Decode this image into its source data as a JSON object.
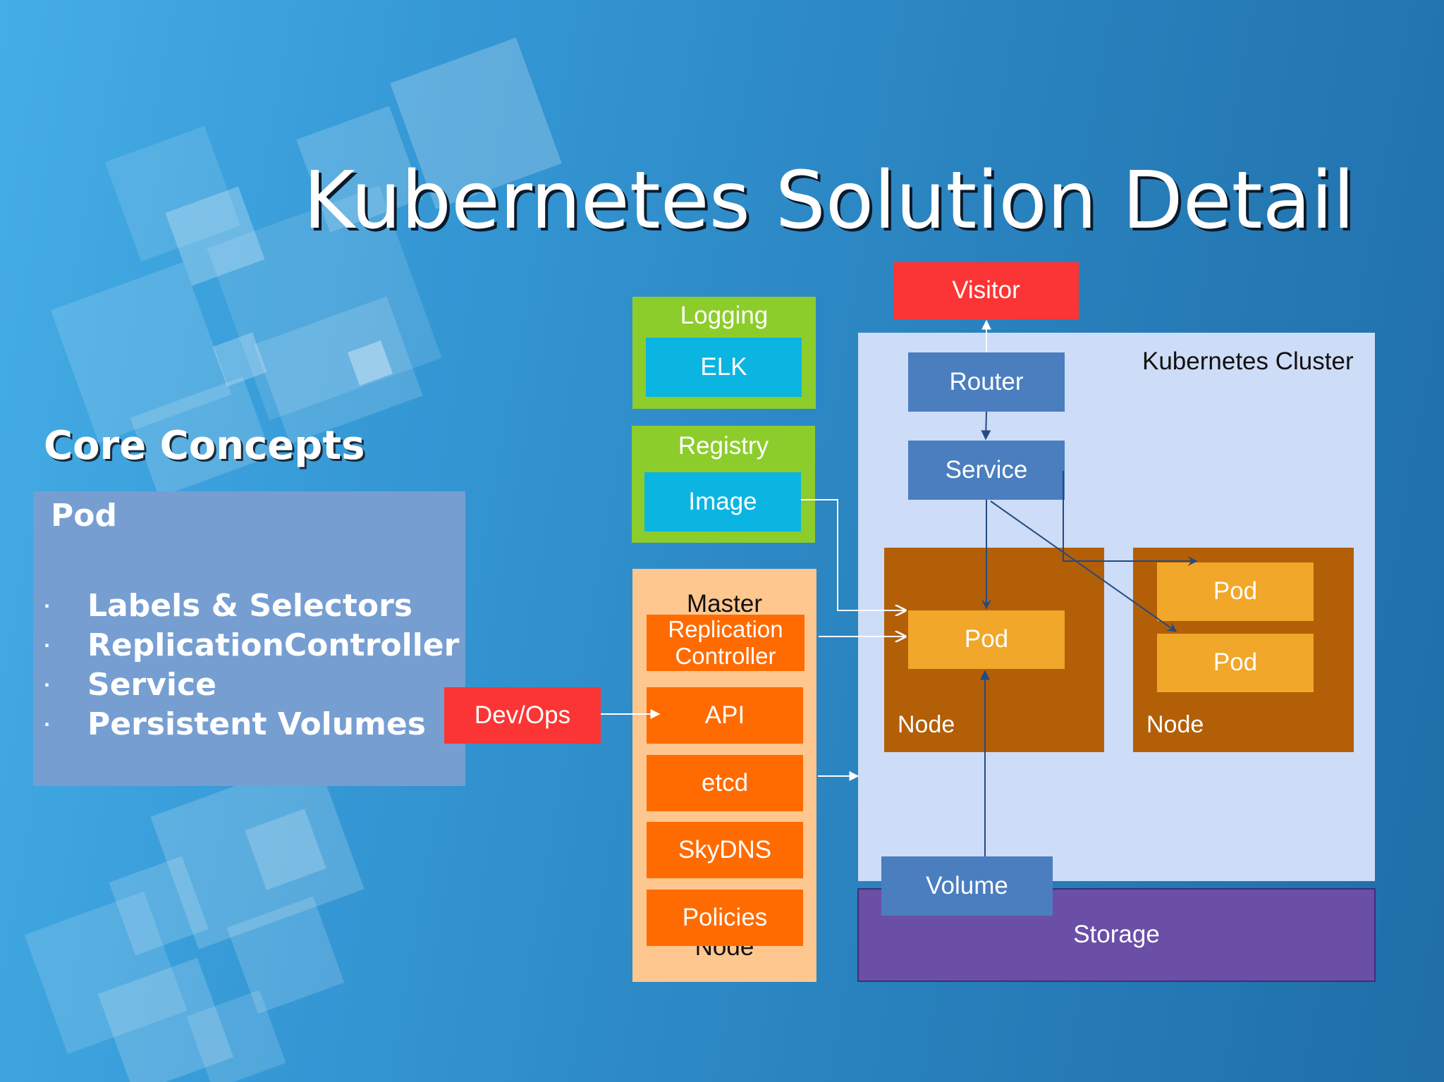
{
  "slide": {
    "title": "Kubernetes Solution Detail"
  },
  "core_concepts": {
    "heading": "Core Concepts",
    "panel_title": "Pod",
    "items": [
      "Labels & Selectors",
      "ReplicationController",
      "Service",
      "Persistent Volumes"
    ],
    "bullet": "·"
  },
  "diagram": {
    "logging": {
      "label": "Logging",
      "inner": "ELK"
    },
    "registry": {
      "label": "Registry",
      "inner": "Image"
    },
    "master": {
      "label": "Master",
      "bottom_label": "Node",
      "components": [
        "Replication\nController",
        "API",
        "etcd",
        "SkyDNS",
        "Policies"
      ]
    },
    "devops": "Dev/Ops",
    "visitor": "Visitor",
    "cluster_label": "Kubernetes Cluster",
    "router": "Router",
    "service": "Service",
    "node1": {
      "label": "Node",
      "pod": "Pod"
    },
    "node2": {
      "label": "Node",
      "pods": [
        "Pod",
        "Pod"
      ]
    },
    "volume": "Volume",
    "storage": "Storage"
  },
  "colors": {
    "logging_green": "#8ccd2c",
    "elk_cyan": "#0ab5e2",
    "master_peach": "#fec78f",
    "component_orange": "#ff6b00",
    "alert_red": "#fb3535",
    "cluster_bg": "#cddcf7",
    "node_brown": "#b35f08",
    "pod_amber": "#f0a72a",
    "storage_purple": "#6b4fa6",
    "router_blue": "#4a7ebf"
  }
}
